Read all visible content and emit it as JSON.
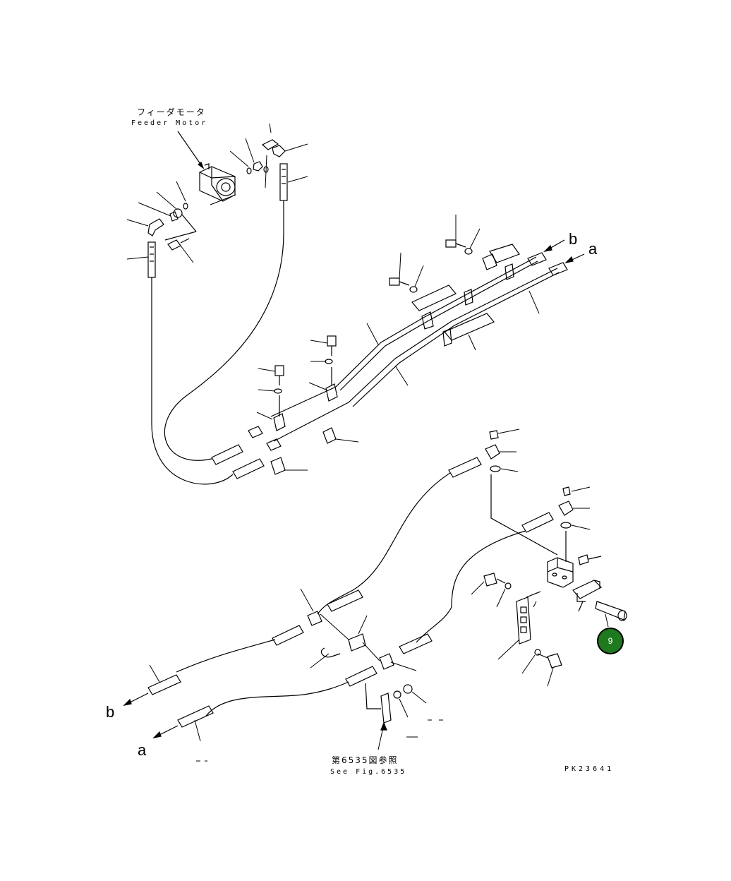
{
  "labels": {
    "feeder_motor_jp": "フィーダモータ",
    "feeder_motor_en": "Feeder Motor",
    "b_top": "b",
    "a_top": "a",
    "b_bottom": "b",
    "a_bottom": "a",
    "see_fig_jp": "第6535図参照",
    "see_fig_en": "See Fig.6535",
    "drawing_code": "PK23641"
  },
  "callout": {
    "number": "9",
    "color": "#1f7a1f"
  }
}
